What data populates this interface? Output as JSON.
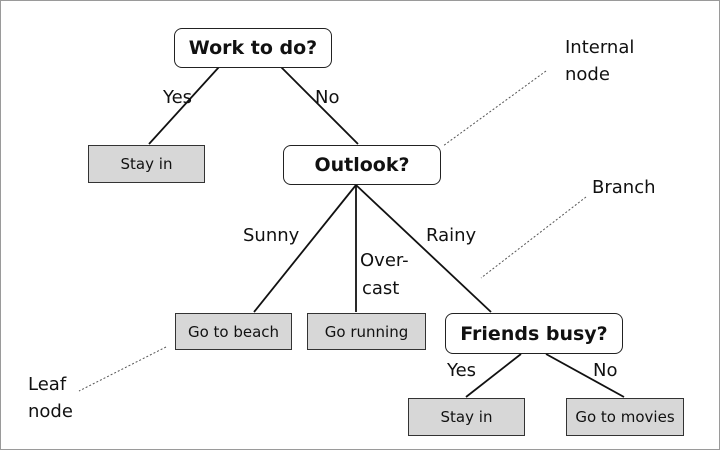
{
  "nodes": {
    "root": "Work to do?",
    "outlook": "Outlook?",
    "friends": "Friends busy?",
    "stay_in_1": "Stay in",
    "go_to_beach": "Go to beach",
    "go_running": "Go running",
    "stay_in_2": "Stay in",
    "go_to_movies": "Go to movies"
  },
  "edges": {
    "root_yes": "Yes",
    "root_no": "No",
    "outlook_sunny": "Sunny",
    "outlook_overcast_1": "Over-",
    "outlook_overcast_2": "cast",
    "outlook_rainy": "Rainy",
    "friends_yes": "Yes",
    "friends_no": "No"
  },
  "annotations": {
    "internal_node_1": "Internal",
    "internal_node_2": "node",
    "branch": "Branch",
    "leaf_node_1": "Leaf",
    "leaf_node_2": "node"
  },
  "colors": {
    "leaf_fill": "#d7d7d7",
    "line": "#111111",
    "border": "#9a9a9a"
  }
}
